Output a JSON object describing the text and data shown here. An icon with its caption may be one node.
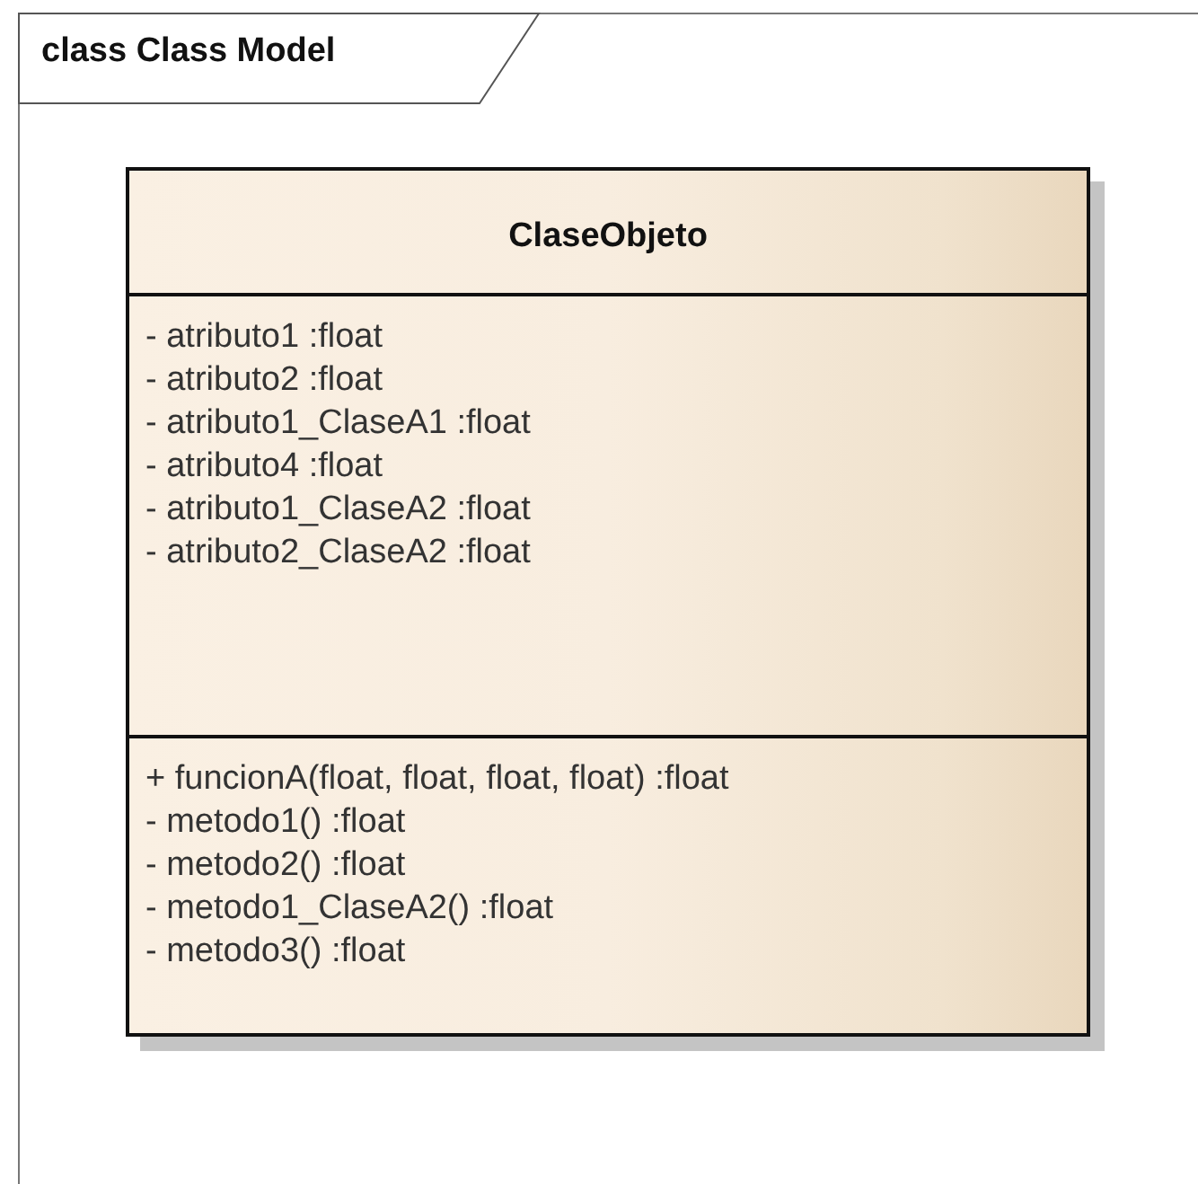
{
  "diagram": {
    "nodes": [
      {
        "text": [
          "class Class Model"
        ]
      },
      {
        "text": [
          "ClaseObjeto"
        ],
        "in": 0
      },
      {
        "text": [
          "- atributo1 :float",
          "- atributo2 :float",
          "- atributo1_ClaseA1 :float",
          "- atributo4 :float",
          "- atributo1_ClaseA2 :float",
          "- atributo2_ClaseA2 :float"
        ],
        "in": 1
      },
      {
        "text": [
          "+ funcionA(float, float, float, float) :float",
          "- metodo1() :float",
          "- metodo2() :float",
          "- metodo1_ClaseA2() :float",
          "- metodo3() :float"
        ],
        "in": 1
      }
    ]
  }
}
